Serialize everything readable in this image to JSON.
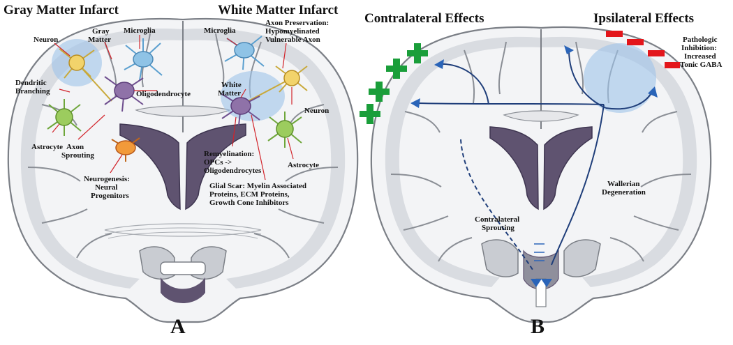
{
  "panelA": {
    "title_left": "Gray Matter Infarct",
    "title_right": "White Matter Infarct",
    "panel_label": "A",
    "labels": {
      "neuron_left": "Neuron",
      "gray_matter": [
        "Gray",
        "Matter"
      ],
      "microglia_left": "Microglia",
      "dendritic": [
        "Dendritic",
        "Branching"
      ],
      "oligodendrocyte": "Oligodendrocyte",
      "astrocyte_left": "Astrocyte",
      "axon_sprouting": [
        "Axon",
        "Sprouting"
      ],
      "neurogenesis": [
        "Neurogenesis:",
        "Neural",
        "Progenitors"
      ],
      "microglia_right": "Microglia",
      "axon_preservation": [
        "Axon Preservation:",
        "Hypomyelinated",
        "Vulnerable Axon"
      ],
      "white_matter": [
        "White",
        "Matter"
      ],
      "neuron_right": "Neuron",
      "astrocyte_right": "Astrocyte",
      "remyelination": [
        "Remyelination:",
        "OPCs ->",
        "Oligodendrocytes"
      ],
      "glial_scar": [
        "Glial Scar: Myelin Associated",
        "Proteins, ECM Proteins,",
        "Growth Cone Inhibitors"
      ]
    },
    "cell_colors": {
      "neuron": "#f2d36b",
      "microglia": "#8fc3e6",
      "oligodendrocyte": "#8f72a8",
      "astrocyte": "#9ccc5e",
      "progenitor": "#f29a3a"
    }
  },
  "panelB": {
    "title_left": "Contralateral Effects",
    "title_right": "Ipsilateral Effects",
    "panel_label": "B",
    "labels": {
      "pathologic": [
        "Pathologic",
        "Inhibition:",
        "Increased",
        "Tonic GABA"
      ],
      "wallerian": [
        "Wallerian",
        "Degeneration"
      ],
      "contralateral_sprouting": [
        "Contralateral",
        "Sprouting"
      ]
    },
    "plus_color": "#1a9e3a",
    "minus_color": "#e3161b"
  },
  "colors": {
    "infarct": "#9fc3ea",
    "pointer": "#d2232a",
    "tract": "#1f3e7a",
    "ventricle": "#5f5370"
  }
}
